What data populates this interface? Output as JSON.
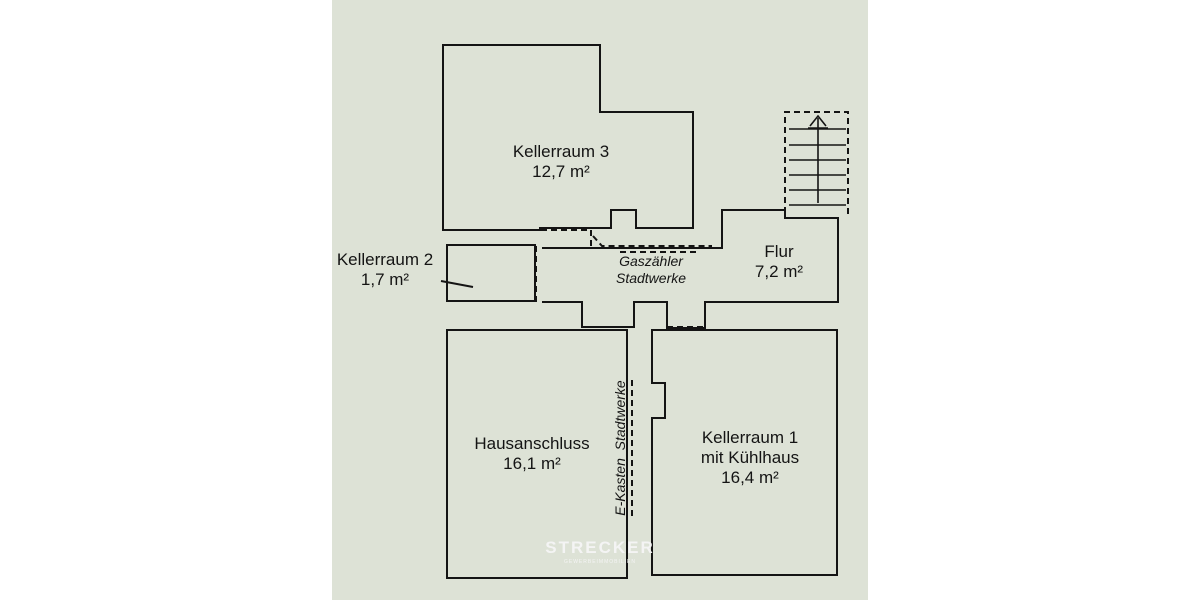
{
  "rooms": {
    "kellerraum3": {
      "name": "Kellerraum 3",
      "area": "12,7 m²"
    },
    "kellerraum2": {
      "name": "Kellerraum 2",
      "area": "1,7 m²"
    },
    "flur": {
      "name": "Flur",
      "area": "7,2 m²"
    },
    "hausanschluss": {
      "name": "Hausanschluss",
      "area": "16,1 m²"
    },
    "kellerraum1": {
      "name": "Kellerraum 1",
      "subtitle": "mit Kühlhaus",
      "area": "16,4 m²"
    }
  },
  "annotations": {
    "gaszaehler_line1": "Gaszähler",
    "gaszaehler_line2": "Stadtwerke",
    "ekasten": "E-Kasten_Stadtwerke"
  },
  "logo": {
    "name": "STRECKER",
    "tagline": "GEWERBEIMMOBILIEN"
  },
  "colors": {
    "paper": "#dde2d6",
    "ink": "#141414",
    "background": "#ffffff"
  }
}
